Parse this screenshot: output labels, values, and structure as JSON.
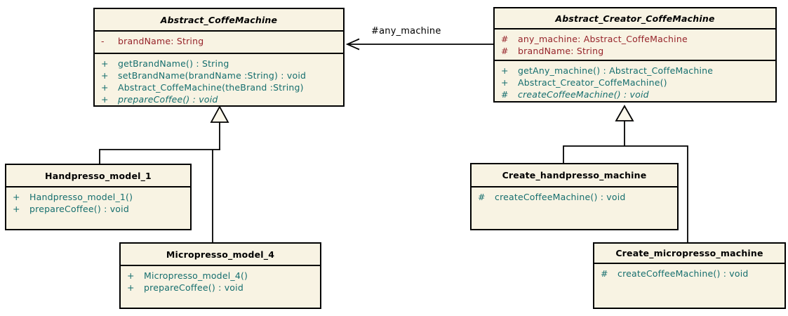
{
  "association": {
    "label": "#any_machine"
  },
  "colors": {
    "class_fill": "#F8F3E3",
    "border": "#000000",
    "attribute_text": "#96232A",
    "method_text": "#156E6E",
    "title_text": "#000000"
  },
  "classes": {
    "abstract_coffemachine": {
      "title": "Abstract_CoffeMachine",
      "attributes": [
        {
          "vis": "-",
          "text": "brandName: String"
        }
      ],
      "methods": [
        {
          "vis": "+",
          "text": "getBrandName() : String"
        },
        {
          "vis": "+",
          "text": "setBrandName(brandName :String) : void"
        },
        {
          "vis": "+",
          "text": "Abstract_CoffeMachine(theBrand :String)"
        },
        {
          "vis": "+",
          "text": "prepareCoffee() : void"
        }
      ]
    },
    "abstract_creator_coffemachine": {
      "title": "Abstract_Creator_CoffeMachine",
      "attributes": [
        {
          "vis": "#",
          "text": "any_machine: Abstract_CoffeMachine"
        },
        {
          "vis": "#",
          "text": "brandName: String"
        }
      ],
      "methods": [
        {
          "vis": "+",
          "text": "getAny_machine() : Abstract_CoffeMachine"
        },
        {
          "vis": "+",
          "text": "Abstract_Creator_CoffeMachine()"
        },
        {
          "vis": "#",
          "text": "createCoffeeMachine() : void"
        }
      ]
    },
    "handpresso_model_1": {
      "title": "Handpresso_model_1",
      "methods": [
        {
          "vis": "+",
          "text": "Handpresso_model_1()"
        },
        {
          "vis": "+",
          "text": "prepareCoffee() : void"
        }
      ]
    },
    "micropresso_model_4": {
      "title": "Micropresso_model_4",
      "methods": [
        {
          "vis": "+",
          "text": "Micropresso_model_4()"
        },
        {
          "vis": "+",
          "text": "prepareCoffee() : void"
        }
      ]
    },
    "create_handpresso_machine": {
      "title": "Create_handpresso_machine",
      "methods": [
        {
          "vis": "#",
          "text": "createCoffeeMachine() : void"
        }
      ]
    },
    "create_micropresso_machine": {
      "title": "Create_micropresso_machine",
      "methods": [
        {
          "vis": "#",
          "text": "createCoffeeMachine() : void"
        }
      ]
    }
  }
}
